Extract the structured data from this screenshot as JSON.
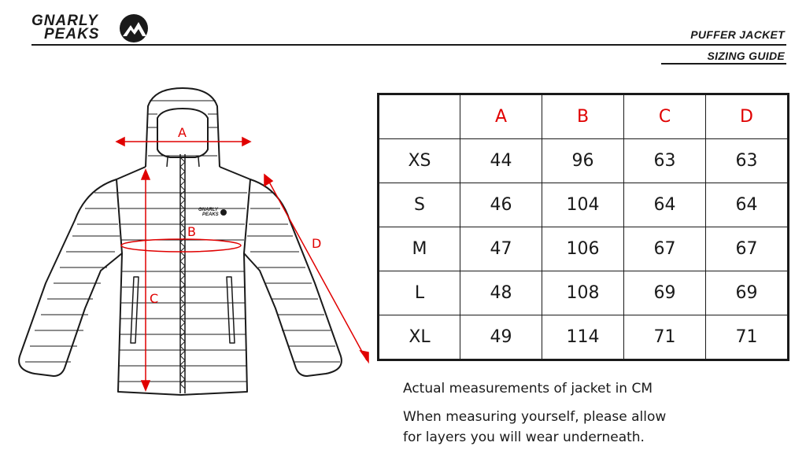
{
  "brand": {
    "line1": "GNARLY",
    "line2": "PEAKS"
  },
  "header": {
    "product": "PUFFER JACKET",
    "subtitle": "SIZING GUIDE"
  },
  "diagram": {
    "labels": {
      "a": "A",
      "b": "B",
      "c": "C",
      "d": "D"
    },
    "chest_logo": {
      "line1": "GNARLY",
      "line2": "PEAKS"
    },
    "accent_color": "#e00000"
  },
  "table": {
    "columns": [
      "A",
      "B",
      "C",
      "D"
    ],
    "rows": [
      {
        "size": "XS",
        "values": [
          "44",
          "96",
          "63",
          "63"
        ]
      },
      {
        "size": "S",
        "values": [
          "46",
          "104",
          "64",
          "64"
        ]
      },
      {
        "size": "M",
        "values": [
          "47",
          "106",
          "67",
          "67"
        ]
      },
      {
        "size": "L",
        "values": [
          "48",
          "108",
          "69",
          "69"
        ]
      },
      {
        "size": "XL",
        "values": [
          "49",
          "114",
          "71",
          "71"
        ]
      }
    ]
  },
  "notes": {
    "units": "Actual measurements of jacket in CM",
    "advice_line1": "When measuring yourself, please allow",
    "advice_line2": "for layers you will wear underneath."
  }
}
